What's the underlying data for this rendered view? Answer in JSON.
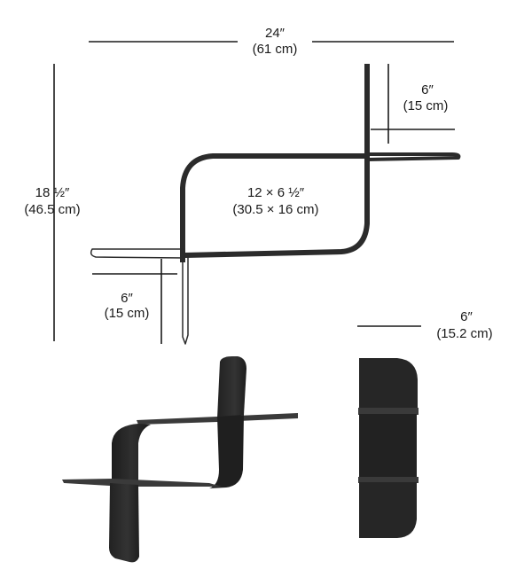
{
  "dimensions": {
    "width": {
      "imperial": "24″",
      "metric": "(61 cm)"
    },
    "height": {
      "imperial": "18 ½″",
      "metric": "(46.5 cm)"
    },
    "upper_shelf_depth": {
      "imperial": "6″",
      "metric": "(15 cm)"
    },
    "compartment": {
      "imperial": "12 × 6 ½″",
      "metric": "(30.5 × 16 cm)"
    },
    "lower_shelf_depth": {
      "imperial": "6″",
      "metric": "(15 cm)"
    },
    "side_depth": {
      "imperial": "6″",
      "metric": "(15.2 cm)"
    }
  },
  "colors": {
    "shelf": "#2b2b2b",
    "shelf_shade": "#1f1f1f",
    "shelf_highlight": "#4a4a4a",
    "lines": "#1a1a1a"
  }
}
